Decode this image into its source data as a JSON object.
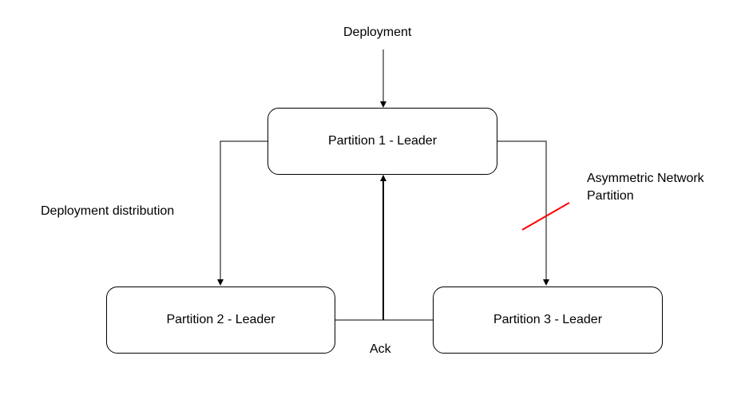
{
  "nodes": {
    "partition1": "Partition 1 - Leader",
    "partition2": "Partition 2 - Leader",
    "partition3": "Partition 3 - Leader"
  },
  "labels": {
    "deployment": "Deployment",
    "distribution": "Deployment distribution",
    "ack": "Ack",
    "network_partition": [
      "Asymmetric Network",
      "Partition"
    ]
  },
  "colors": {
    "line": "#000000",
    "partition_mark": "#ff0000"
  }
}
